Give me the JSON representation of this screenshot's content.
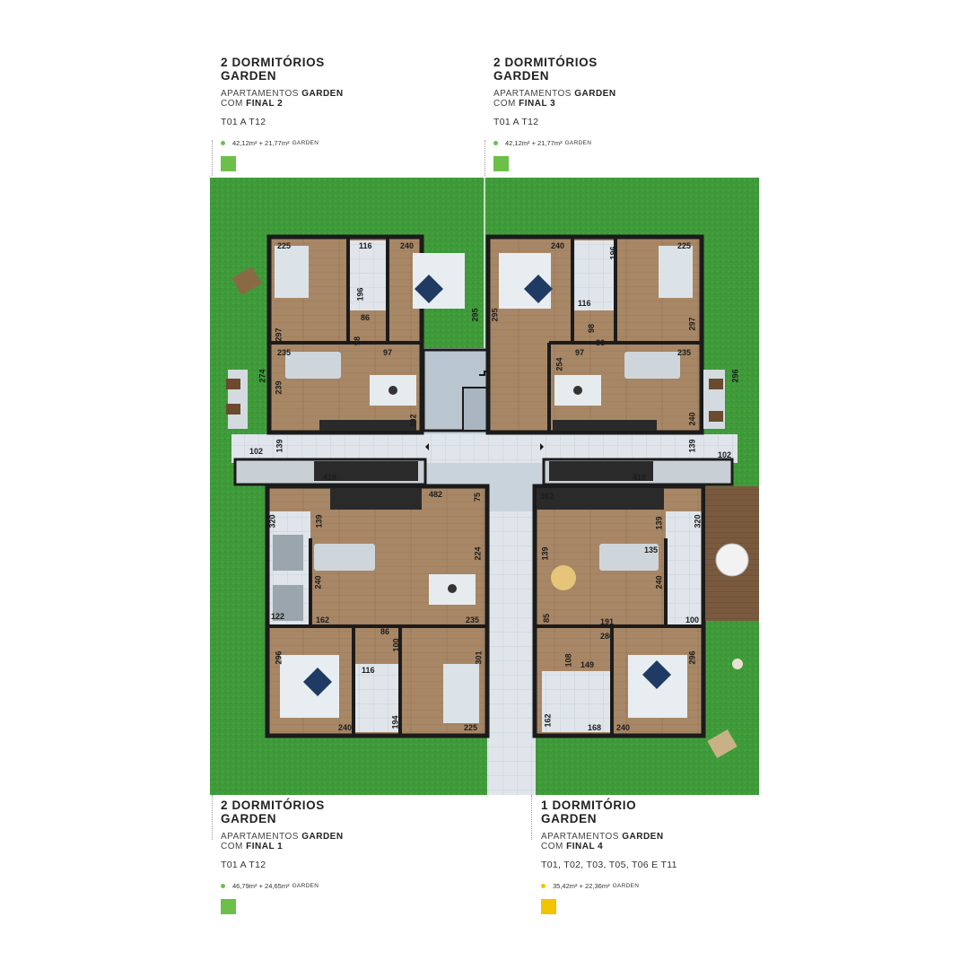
{
  "units": [
    {
      "id": "final2",
      "title_line1": "2 DORMITÓRIOS",
      "title_line2": "GARDEN",
      "sub_line1_a": "APARTAMENTOS ",
      "sub_line1_b": "GARDEN",
      "sub_line2_a": "COM ",
      "sub_line2_b": "FINAL 2",
      "towers": "T01 A T12",
      "area_main": "42,12m² + 21,77m²",
      "area_suffix": "GARDEN",
      "color": "#6cc04a"
    },
    {
      "id": "final3",
      "title_line1": "2 DORMITÓRIOS",
      "title_line2": "GARDEN",
      "sub_line1_a": "APARTAMENTOS ",
      "sub_line1_b": "GARDEN",
      "sub_line2_a": "COM ",
      "sub_line2_b": "FINAL 3",
      "towers": "T01 A T12",
      "area_main": "42,12m² + 21,77m²",
      "area_suffix": "GARDEN",
      "color": "#6cc04a"
    },
    {
      "id": "final1",
      "title_line1": "2 DORMITÓRIOS",
      "title_line2": "GARDEN",
      "sub_line1_a": "APARTAMENTOS ",
      "sub_line1_b": "GARDEN",
      "sub_line2_a": "COM ",
      "sub_line2_b": "FINAL 1",
      "towers": "T01 A T12",
      "area_main": "46,79m² + 24,65m²",
      "area_suffix": "GARDEN",
      "color": "#6cc04a"
    },
    {
      "id": "final4",
      "title_line1": "1 DORMITÓRIO",
      "title_line2": "GARDEN",
      "sub_line1_a": "APARTAMENTOS ",
      "sub_line1_b": "GARDEN",
      "sub_line2_a": "COM ",
      "sub_line2_b": "FINAL 4",
      "towers": "T01, T02, T03, T05, T06 E T11",
      "area_main": "35,42m² + 22,36m²",
      "area_suffix": "GARDEN",
      "color": "#f2c300"
    }
  ],
  "colors": {
    "lawn": "#3f9a3a",
    "lawn_dark": "#2f7d2c",
    "wood_floor": "#a88766",
    "tile": "#d6dde3",
    "corridor": "#c9d3dc",
    "wall": "#1b1b1b",
    "deck": "#7a5a3e"
  },
  "dimensions": [
    "225",
    "116",
    "240",
    "196",
    "86",
    "295",
    "97",
    "98",
    "297",
    "235",
    "239",
    "274",
    "392",
    "240",
    "196",
    "225",
    "116",
    "295",
    "98",
    "86",
    "297",
    "97",
    "254",
    "235",
    "240",
    "296",
    "102",
    "139",
    "418",
    "418",
    "139",
    "102",
    "482",
    "75",
    "362",
    "320",
    "139",
    "139",
    "320",
    "240",
    "224",
    "122",
    "162",
    "235",
    "135",
    "139",
    "85",
    "240",
    "191",
    "100",
    "86",
    "100",
    "296",
    "116",
    "194",
    "301",
    "225",
    "240",
    "280",
    "108",
    "149",
    "296",
    "162",
    "168",
    "240"
  ]
}
